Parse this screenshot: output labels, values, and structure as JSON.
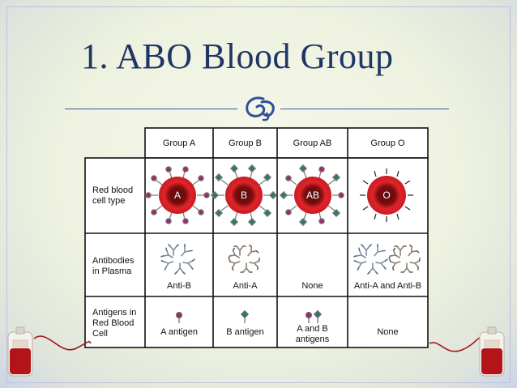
{
  "slide": {
    "title": "1. ABO Blood Group",
    "divider_ornament": "swirl-ornament-icon"
  },
  "table": {
    "columns": [
      "Group A",
      "Group B",
      "Group AB",
      "Group O"
    ],
    "rows": {
      "red_blood_cell": {
        "label": "Red blood\ncell type",
        "cell_letters": [
          "A",
          "B",
          "AB",
          "O"
        ]
      },
      "antibodies": {
        "label": "Antibodies\nin Plasma",
        "values": [
          "Anti-B",
          "Anti-A",
          "None",
          "Anti-A and Anti-B"
        ]
      },
      "antigens": {
        "label": "Antigens in\nRed Blood\nCell",
        "values": [
          "A antigen",
          "B antigen",
          "A and B\nantigens",
          "None"
        ]
      }
    }
  },
  "colors": {
    "title": "#1f3566",
    "rule": "#3a56a0",
    "cell_red": "#e0242a",
    "cell_dark": "#5a0a0a",
    "antigen_a": "#9b2a6e",
    "antigen_b": "#2d7a6a",
    "antibody": "#7f8ea0"
  },
  "decorations": {
    "left_bag": "blood-bag-icon",
    "right_bag": "blood-bag-icon"
  }
}
